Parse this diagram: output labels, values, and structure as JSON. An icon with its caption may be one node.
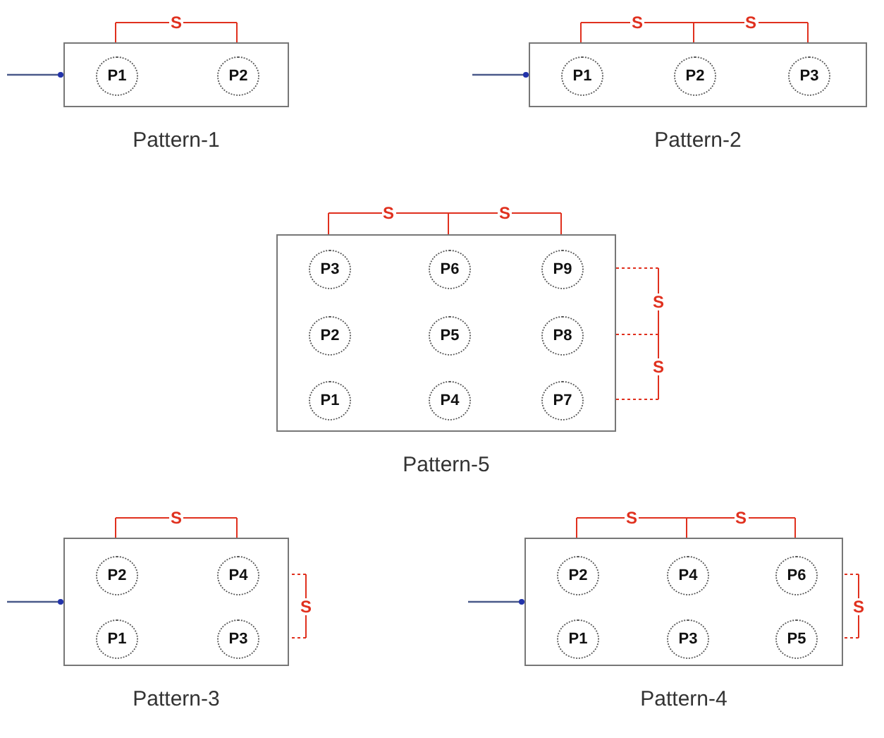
{
  "diagram": {
    "nodes": [
      {
        "text": [
          "Pattern-1"
        ]
      },
      {
        "text": [
          "P1"
        ],
        "in": 0
      },
      {
        "text": [
          "P2"
        ],
        "in": 0
      },
      {
        "text": [
          "Pattern-2"
        ]
      },
      {
        "text": [
          "P1"
        ],
        "in": 3
      },
      {
        "text": [
          "P2"
        ],
        "in": 3
      },
      {
        "text": [
          "P3"
        ],
        "in": 3
      },
      {
        "text": [
          "Pattern-5"
        ]
      },
      {
        "text": [
          "P3"
        ],
        "in": 7
      },
      {
        "text": [
          "P6"
        ],
        "in": 7
      },
      {
        "text": [
          "P9"
        ],
        "in": 7
      },
      {
        "text": [
          "P2"
        ],
        "in": 7
      },
      {
        "text": [
          "P5"
        ],
        "in": 7
      },
      {
        "text": [
          "P8"
        ],
        "in": 7
      },
      {
        "text": [
          "P1"
        ],
        "in": 7
      },
      {
        "text": [
          "P4"
        ],
        "in": 7
      },
      {
        "text": [
          "P7"
        ],
        "in": 7
      },
      {
        "text": [
          "Pattern-3"
        ]
      },
      {
        "text": [
          "P2"
        ],
        "in": 17
      },
      {
        "text": [
          "P4"
        ],
        "in": 17
      },
      {
        "text": [
          "P1"
        ],
        "in": 17
      },
      {
        "text": [
          "P3"
        ],
        "in": 17
      },
      {
        "text": [
          "Pattern-4"
        ]
      },
      {
        "text": [
          "P2"
        ],
        "in": 22
      },
      {
        "text": [
          "P4"
        ],
        "in": 22
      },
      {
        "text": [
          "P6"
        ],
        "in": 22
      },
      {
        "text": [
          "P1"
        ],
        "in": 22
      },
      {
        "text": [
          "P3"
        ],
        "in": 22
      },
      {
        "text": [
          "P5"
        ],
        "in": 22
      }
    ],
    "edges": [
      {
        "from": null,
        "to": 0,
        "arrow": "other"
      },
      {
        "from": null,
        "to": 3,
        "arrow": "other"
      },
      {
        "from": null,
        "to": 17,
        "arrow": "other"
      },
      {
        "from": null,
        "to": 22,
        "arrow": "other"
      }
    ],
    "labels": [
      "S",
      "S",
      "S",
      "S",
      "S",
      "S",
      "S",
      "S",
      "S",
      "S",
      "S",
      "S"
    ]
  }
}
